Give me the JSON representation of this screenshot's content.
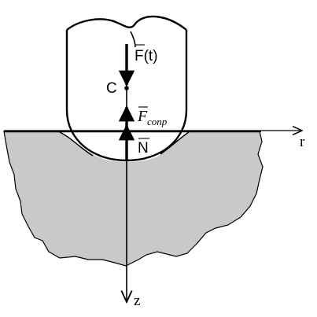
{
  "diagram": {
    "labels": {
      "force_applied": "F(t)",
      "center": "C",
      "force_resist_main": "F",
      "force_resist_sub": "conp",
      "normal_force": "N",
      "axis_r": "r",
      "axis_z": "z"
    },
    "colors": {
      "body_fill": "#c9c9c9",
      "stroke": "#000000",
      "background": "#ffffff"
    }
  }
}
